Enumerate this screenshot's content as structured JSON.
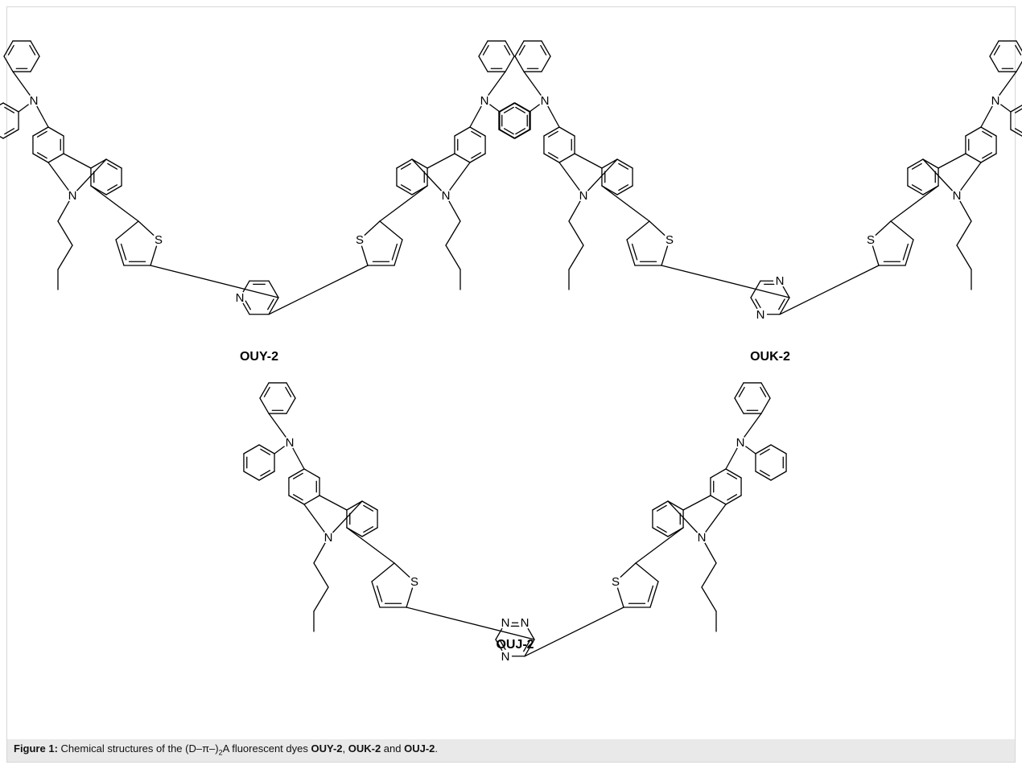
{
  "figure": {
    "compounds": [
      {
        "id": "ouy",
        "label": "OUY-2",
        "core": "pyridine",
        "core_atoms": [
          "N"
        ]
      },
      {
        "id": "ouk",
        "label": "OUK-2",
        "core": "pyrazine",
        "core_atoms": [
          "N",
          "N"
        ]
      },
      {
        "id": "ouj",
        "label": "OUJ-2",
        "core": "triazine",
        "core_atoms": [
          "N",
          "N",
          "N"
        ]
      }
    ],
    "atom_labels": {
      "nitrogen": "N",
      "sulfur": "S"
    }
  },
  "caption": {
    "prefix": "Figure 1:",
    "text_before": " Chemical structures of the (D–π–)",
    "subscript": "2",
    "text_after": "A fluorescent dyes ",
    "c1": "OUY-2",
    "sep1": ", ",
    "c2": "OUK-2",
    "sep2": " and ",
    "c3": "OUJ-2",
    "end": "."
  }
}
